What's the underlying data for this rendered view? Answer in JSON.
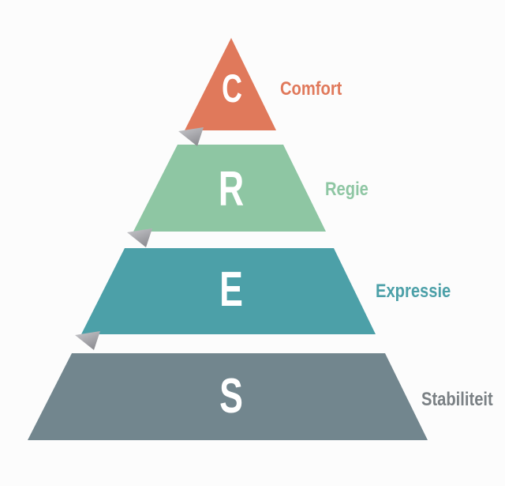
{
  "pyramid": {
    "levels": [
      {
        "letter": "C",
        "label": "Comfort",
        "color": "#E0795B",
        "label_color": "#E0795B"
      },
      {
        "letter": "R",
        "label": "Regie",
        "color": "#8EC6A3",
        "label_color": "#8EC6A3"
      },
      {
        "letter": "E",
        "label": "Expressie",
        "color": "#4CA0A8",
        "label_color": "#4CA0A8"
      },
      {
        "letter": "S",
        "label": "Stabiliteit",
        "color": "#72868E",
        "label_color": "#7A8084"
      }
    ],
    "letter_color": "#FFFFFF",
    "fold": {
      "light": "#C8C8CC",
      "dark": "#8F8F94"
    },
    "background": "#FCFCFC"
  }
}
